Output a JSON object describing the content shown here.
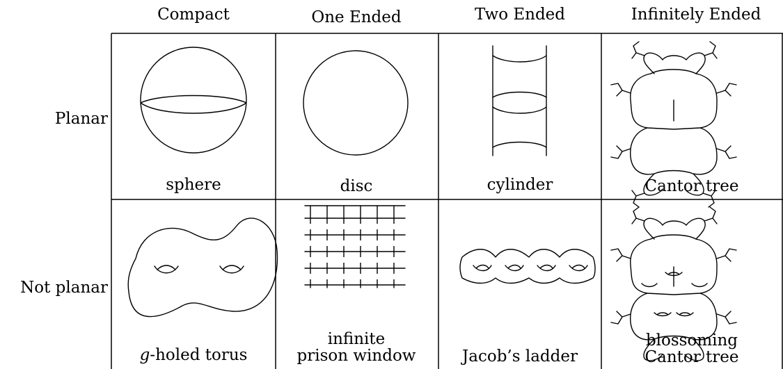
{
  "columns": [
    "Compact",
    "One Ended",
    "Two Ended",
    "Infinitely Ended"
  ],
  "rows": [
    {
      "label": "Planar",
      "cells": [
        "sphere",
        "disc",
        "cylinder",
        "Cantor tree"
      ]
    },
    {
      "label": "Not planar",
      "cells": [
        "g-holed torus",
        "infinite\nprison window",
        "Jacob’s ladder",
        "blossoming\nCantor tree"
      ]
    }
  ],
  "torus_caption": {
    "var": "g",
    "rest": "-holed torus"
  },
  "prison_caption": [
    "infinite",
    "prison window"
  ],
  "blossom_caption": [
    "blossoming",
    "Cantor tree"
  ]
}
